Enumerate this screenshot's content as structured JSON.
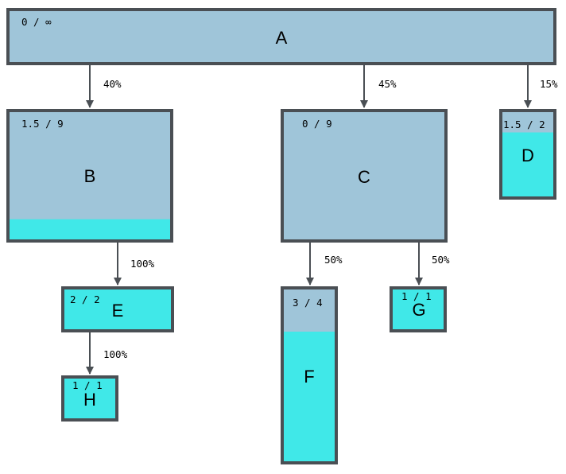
{
  "colors": {
    "node_fill": "#9fc5d9",
    "filled": "#40e8e8",
    "border": "#4a4f54",
    "edge": "#4a4f54"
  },
  "nodes": {
    "A": {
      "label": "A",
      "capacity": "0 / ∞",
      "fill_fraction": 0
    },
    "B": {
      "label": "B",
      "capacity": "1.5 / 9",
      "fill_fraction": 0.1667
    },
    "C": {
      "label": "C",
      "capacity": "0 / 9",
      "fill_fraction": 0
    },
    "D": {
      "label": "D",
      "capacity": "1.5 / 2",
      "fill_fraction": 0.75
    },
    "E": {
      "label": "E",
      "capacity": "2 / 2",
      "fill_fraction": 1
    },
    "F": {
      "label": "F",
      "capacity": "3 / 4",
      "fill_fraction": 0.75
    },
    "G": {
      "label": "G",
      "capacity": "1 / 1",
      "fill_fraction": 1
    },
    "H": {
      "label": "H",
      "capacity": "1 / 1",
      "fill_fraction": 1
    }
  },
  "edges": {
    "A_B": {
      "from": "A",
      "to": "B",
      "label": "40%"
    },
    "A_C": {
      "from": "A",
      "to": "C",
      "label": "45%"
    },
    "A_D": {
      "from": "A",
      "to": "D",
      "label": "15%"
    },
    "B_E": {
      "from": "B",
      "to": "E",
      "label": "100%"
    },
    "C_F": {
      "from": "C",
      "to": "F",
      "label": "50%"
    },
    "C_G": {
      "from": "C",
      "to": "G",
      "label": "50%"
    },
    "E_H": {
      "from": "E",
      "to": "H",
      "label": "100%"
    }
  }
}
